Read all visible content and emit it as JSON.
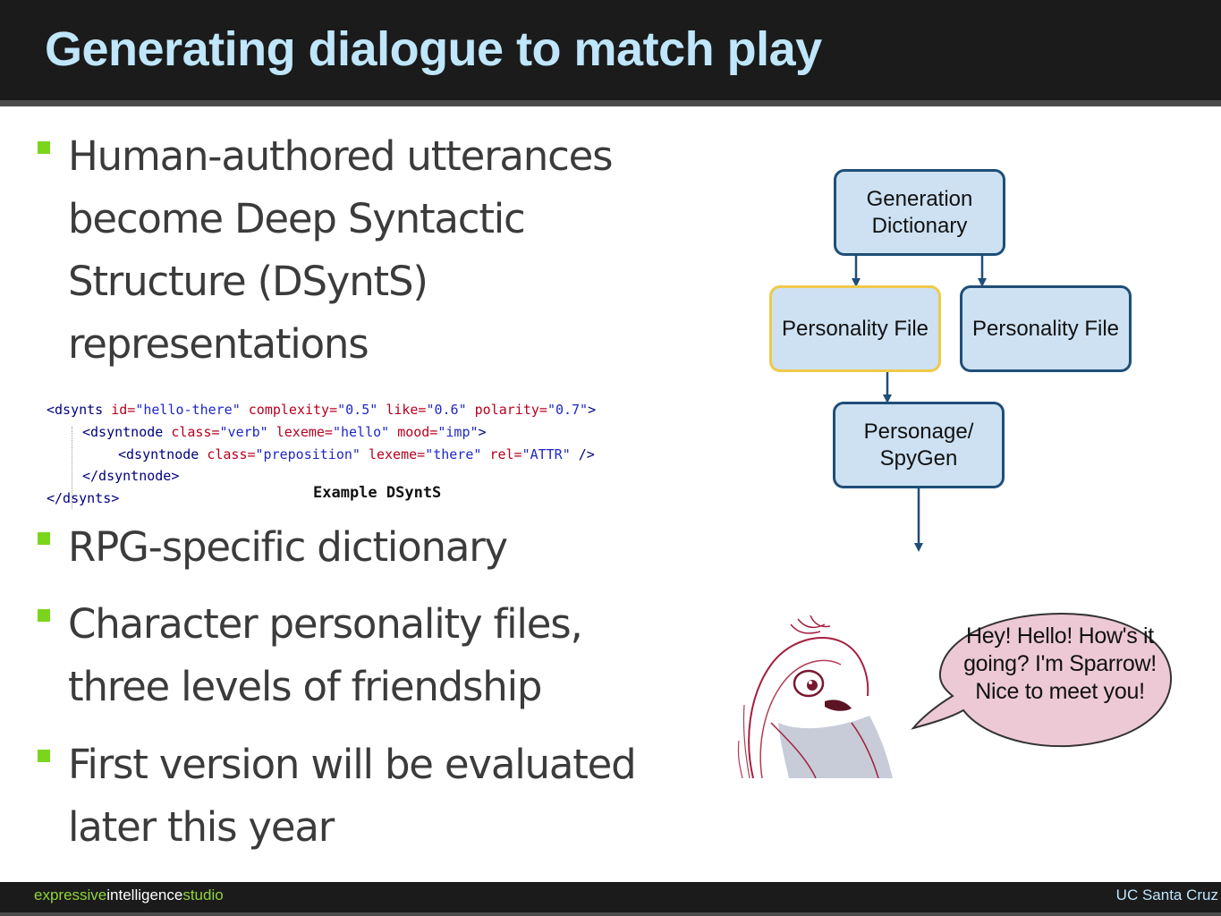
{
  "slide": {
    "title": "Generating dialogue to match play",
    "bullets": [
      {
        "text": "Human-authored utterances become Deep Syntactic Structure (DSyntS) representations"
      },
      {
        "text": "RPG-specific dictionary"
      },
      {
        "text": "Character personality files, three levels of friendship"
      },
      {
        "text": "First version will be evaluated later this year"
      }
    ]
  },
  "code_example": {
    "line1": {
      "open": "<dsynts ",
      "a1": "id=",
      "v1": "\"hello-there\" ",
      "a2": "complexity=",
      "v2": "\"0.5\" ",
      "a3": "like=",
      "v3": "\"0.6\" ",
      "a4": "polarity=",
      "v4": "\"0.7\"",
      "close": ">"
    },
    "line2": {
      "open": "<dsyntnode ",
      "a1": "class=",
      "v1": "\"verb\" ",
      "a2": "lexeme=",
      "v2": "\"hello\" ",
      "a3": "mood=",
      "v3": "\"imp\"",
      "close": ">"
    },
    "line3": {
      "open": "<dsyntnode ",
      "a1": "class=",
      "v1": "\"preposition\" ",
      "a2": "lexeme=",
      "v2": "\"there\" ",
      "a3": "rel=",
      "v3": "\"ATTR\" ",
      "close": "/>"
    },
    "line4": "</dsyntnode>",
    "line5": "</dsynts>",
    "caption": "Example DSyntS"
  },
  "diagram": {
    "generation_dictionary": "Generation Dictionary",
    "personality_file_left": "Personality File",
    "personality_file_right": "Personality File",
    "personage_spygen": "Personage/ SpyGen",
    "highlight_color": "#f0c94a",
    "node_fill": "#cde1f2",
    "node_border": "#1f4e78"
  },
  "speech_bubble": {
    "text": "Hey!  Hello! How's it going? I'm Sparrow!  Nice to meet you!"
  },
  "footer": {
    "brand_part1": "expressive",
    "brand_part2": "intelligence",
    "brand_part3": "studio",
    "institution": "UC Santa Cruz"
  }
}
